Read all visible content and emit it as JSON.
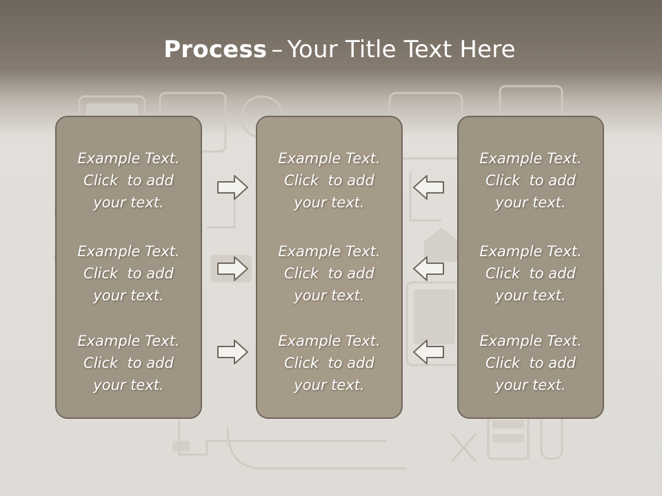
{
  "title": {
    "strong": "Process",
    "dash": "–",
    "rest": "Your Title Text Here"
  },
  "columns": [
    {
      "items": [
        {
          "line1": "Example Text.",
          "line2": "Click  to add",
          "line3": "your text."
        },
        {
          "line1": "Example Text.",
          "line2": "Click  to add",
          "line3": "your text."
        },
        {
          "line1": "Example Text.",
          "line2": "Click  to add",
          "line3": "your text."
        }
      ]
    },
    {
      "items": [
        {
          "line1": "Example Text.",
          "line2": "Click  to add",
          "line3": "your text."
        },
        {
          "line1": "Example Text.",
          "line2": "Click  to add",
          "line3": "your text."
        },
        {
          "line1": "Example Text.",
          "line2": "Click  to add",
          "line3": "your text."
        }
      ]
    },
    {
      "items": [
        {
          "line1": "Example Text.",
          "line2": "Click  to add",
          "line3": "your text."
        },
        {
          "line1": "Example Text.",
          "line2": "Click  to add",
          "line3": "your text."
        },
        {
          "line1": "Example Text.",
          "line2": "Click  to add",
          "line3": "your text."
        }
      ]
    }
  ],
  "arrows": {
    "left_to_mid": "arrow-right-icon",
    "right_to_mid": "arrow-left-icon"
  },
  "colors": {
    "box_fill": "#9f9584",
    "box_border": "#6f675d",
    "header_band": "#6e665c"
  }
}
